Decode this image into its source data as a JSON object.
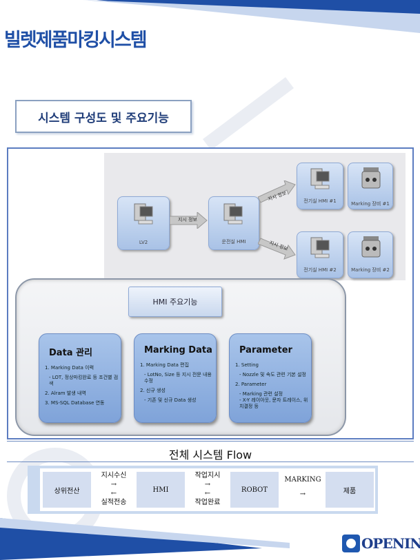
{
  "header": {
    "title": "빌렛제품마킹시스템"
  },
  "section": {
    "title": "시스템 구성도 및 주요기능"
  },
  "diagram": {
    "nodes": {
      "lv2": "LV2",
      "ops_hmi": "운전실 HMI",
      "elec_hmi1": "전기실 HMI #1",
      "marking1": "Marking 장비 #1",
      "elec_hmi2": "전기실 HMI #2",
      "marking2": "Marking 장비 #2"
    },
    "arrows": {
      "lv2_to_ops": "지시 정보",
      "ops_to_1": "지시 정보",
      "ops_to_2": "지시 정보"
    },
    "hmi_title": "HMI 주요기능",
    "cards": [
      {
        "title": "Data 관리",
        "items": [
          "1. Marking Data 이력",
          "- LOT, 정상마킹완료 등 조건별 검색",
          "2. Alram 발생 내역",
          "3. MS-SQL Database 연동"
        ]
      },
      {
        "title": "Marking Data",
        "items": [
          "1. Marking Data 편집",
          "- LotNo, Size 등 지시 전문 내용 수정",
          "2. 신규 생성",
          "- 기존 및 신규 Data 생성"
        ]
      },
      {
        "title": "Parameter",
        "items": [
          "1. Setting",
          "- Nozzle 및 속도 관련 기본 설정",
          "2. Parameter",
          "- Marking 관련 설정",
          "- X-Y 레이아웃, 문자 트레이스, 위치결정 등"
        ]
      }
    ]
  },
  "flow": {
    "title": "전체 시스템 Flow",
    "boxes": [
      "상위전산",
      "HMI",
      "ROBOT",
      "제품"
    ],
    "connectors": [
      {
        "top": "지시수신",
        "arrow_top": "→",
        "arrow_bottom": "←",
        "bottom": "실적전송"
      },
      {
        "top": "작업지시",
        "arrow_top": "→",
        "arrow_bottom": "←",
        "bottom": "작업완료"
      },
      {
        "top": "MARKING",
        "arrow_top": "",
        "arrow_bottom": "→",
        "bottom": ""
      }
    ]
  },
  "logo": {
    "text": "OPENIN"
  },
  "colors": {
    "brand_blue": "#1f4fa6",
    "card_blue": "#8fb0e0",
    "frame_blue": "#5b7cc0"
  }
}
